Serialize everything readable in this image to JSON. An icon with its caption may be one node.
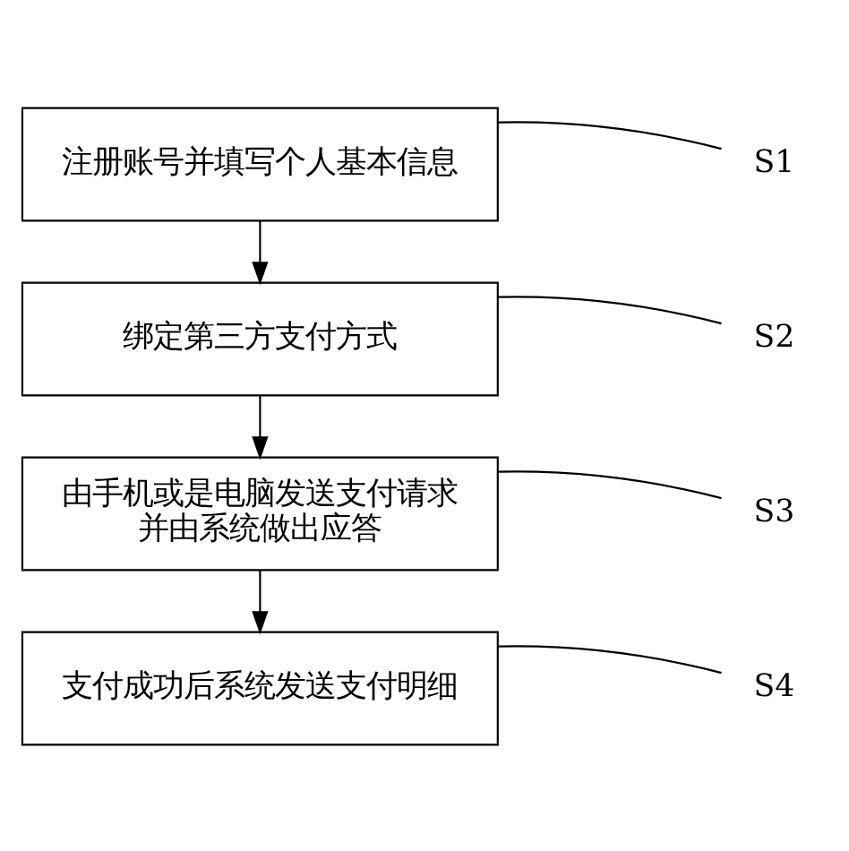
{
  "diagram": {
    "nodes": [
      {
        "text": [
          "注册账号并填写个人基本信息"
        ]
      },
      {
        "text": [
          "绑定第三方支付方式"
        ]
      },
      {
        "text": [
          "由手机或是电脑发送支付请求并由系统做出应答"
        ]
      },
      {
        "text": [
          "支付成功后系统发送支付明细"
        ]
      },
      {
        "text": [
          "S1"
        ]
      },
      {
        "text": [
          "S2"
        ]
      },
      {
        "text": [
          "S3"
        ]
      },
      {
        "text": [
          "S4"
        ]
      }
    ],
    "edges": [
      {
        "from": 0,
        "to": 1,
        "arrow": "to"
      },
      {
        "from": 1,
        "to": 2,
        "arrow": "to"
      },
      {
        "from": 2,
        "to": 3,
        "arrow": "to"
      },
      {
        "from": 4,
        "to": 0,
        "arrow": "none"
      },
      {
        "from": 5,
        "to": 1,
        "arrow": "none"
      },
      {
        "from": 6,
        "to": 2,
        "arrow": "none"
      },
      {
        "from": 7,
        "to": 3,
        "arrow": "none"
      }
    ]
  }
}
